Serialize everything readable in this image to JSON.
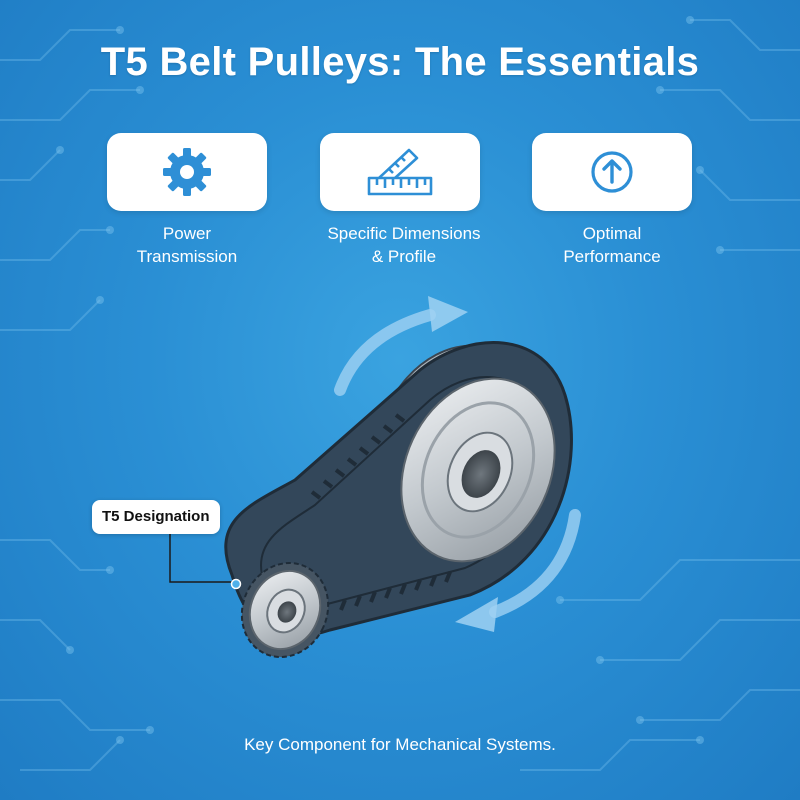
{
  "title": "T5 Belt Pulleys: The Essentials",
  "features": [
    {
      "icon": "gear-icon",
      "line1": "Power",
      "line2": "Transmission"
    },
    {
      "icon": "ruler-square-icon",
      "line1": "Specific Dimensions",
      "line2": "& Profile"
    },
    {
      "icon": "arrow-up-circle-icon",
      "line1": "Optimal",
      "line2": "Performance"
    }
  ],
  "callout": {
    "label": "T5 Designation"
  },
  "footer": "Key Component for Mechanical Systems.",
  "colors": {
    "background": "#2a8fd4",
    "card": "#ffffff",
    "icon_accent": "#2e8fd6",
    "belt": "#2f4050",
    "pulley": "#c9ced3"
  }
}
